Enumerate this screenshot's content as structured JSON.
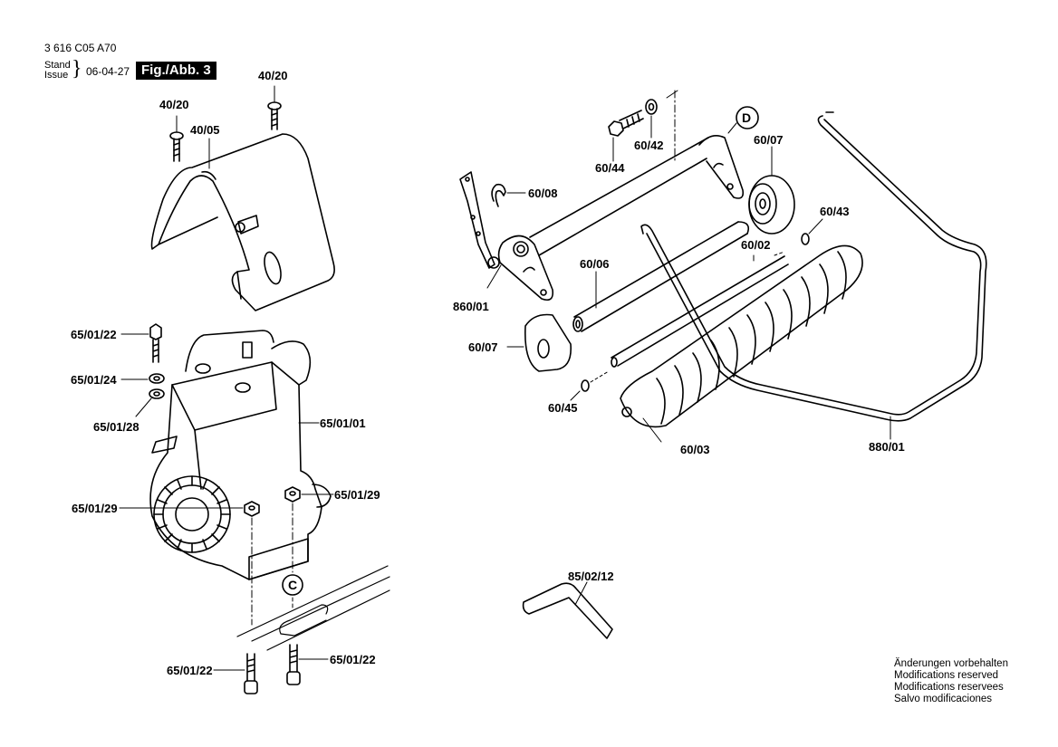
{
  "header": {
    "doc_number": "3 616 C05 A70",
    "stand_label": "Stand",
    "issue_label": "Issue",
    "date": "06-04-27",
    "figure_label": "Fig./Abb. 3"
  },
  "callouts": {
    "cover_screw_left": "40/20",
    "cover_screw_right": "40/20",
    "cover": "40/05",
    "engine_bolt_top": "65/01/22",
    "engine_washer": "65/01/24",
    "engine_washer_flat": "65/01/28",
    "engine": "65/01/01",
    "engine_nut_left": "65/01/29",
    "engine_nut_right": "65/01/29",
    "engine_bolt_bottom_left": "65/01/22",
    "engine_bolt_bottom_right": "65/01/22",
    "ref_c": "C",
    "ref_d": "D",
    "bolt": "60/44",
    "washer": "60/42",
    "clip": "60/08",
    "roller_right": "60/07",
    "cap_right": "60/43",
    "axle": "60/02",
    "bracket": "860/01",
    "sleeve": "60/06",
    "roller_left": "60/07",
    "cap_left": "60/45",
    "spiked_roller": "60/03",
    "handle_bar": "880/01",
    "hex_key": "85/02/12"
  },
  "notes": [
    "Änderungen vorbehalten",
    "Modifications reserved",
    "Modifications reservees",
    "Salvo modificaciones"
  ]
}
